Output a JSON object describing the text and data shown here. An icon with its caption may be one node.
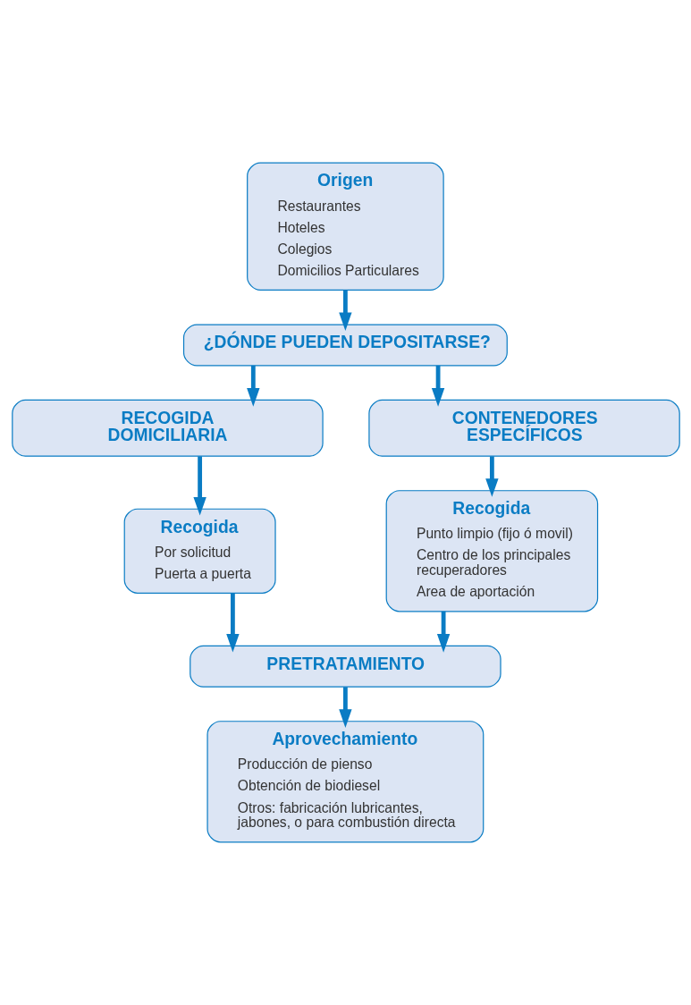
{
  "diagram": {
    "nodes": [
      {
        "text": [
          "Origen",
          "Restaurantes",
          "Hoteles",
          "Colegios",
          "Domicilios Particulares"
        ]
      },
      {
        "text": [
          "¿DÓNDE PUEDEN DEPOSITARSE?"
        ]
      },
      {
        "text": [
          "RECOGIDA DOMICILIARIA"
        ]
      },
      {
        "text": [
          "CONTENEDORES ESPECÍFICOS"
        ]
      },
      {
        "text": [
          "Recogida",
          "Por solicitud",
          "Puerta a puerta"
        ]
      },
      {
        "text": [
          "Recogida",
          "Punto limpio (fijo ó movil)",
          "Centro de los principales recuperadores",
          "Area de aportación"
        ]
      },
      {
        "text": [
          "PRETRATAMIENTO"
        ]
      },
      {
        "text": [
          "Aprovechamiento",
          "Producción de pienso",
          "Obtención de biodiesel",
          "Otros: fabricación lubricantes, jabones, o para combustión directa"
        ]
      }
    ],
    "edges": [
      {
        "from": 0,
        "to": 1,
        "arrow": "to"
      },
      {
        "from": 1,
        "to": 2,
        "arrow": "to"
      },
      {
        "from": 1,
        "to": 3,
        "arrow": "to"
      },
      {
        "from": 2,
        "to": 4,
        "arrow": "to"
      },
      {
        "from": 3,
        "to": 5,
        "arrow": "to"
      },
      {
        "from": 4,
        "to": 6,
        "arrow": "to"
      },
      {
        "from": 5,
        "to": 6,
        "arrow": "to"
      },
      {
        "from": 6,
        "to": 7,
        "arrow": "to"
      }
    ]
  }
}
